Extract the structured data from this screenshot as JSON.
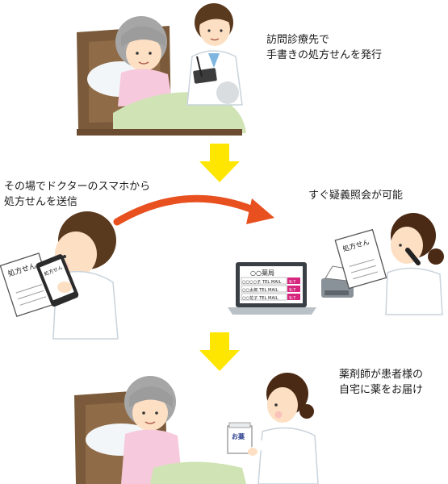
{
  "step1": {
    "caption_lines": [
      "訪問診療先で",
      "手書きの処方せんを発行"
    ]
  },
  "step2": {
    "caption_lines": [
      "その場でドクターのスマホから",
      "処方せんを送信"
    ],
    "paper_label": "処方せん",
    "phone_screen_label": "処方せん"
  },
  "step3": {
    "caption_lines": [
      "すぐ疑義照会が可能"
    ],
    "paper_label": "処方せん",
    "screen": {
      "title": "○○薬局",
      "rows": [
        {
          "text": "○○○○子 TEL MAIL",
          "badge": "9:7"
        },
        {
          "text": "○○太郎  TEL MAIL",
          "badge": "9:7"
        },
        {
          "text": "○○花子  TEL MAIL",
          "badge": "9:7"
        }
      ]
    }
  },
  "step4": {
    "caption_lines": [
      "薬剤師が患者様の",
      "自宅に薬をお届け"
    ],
    "bag_label": "お薬"
  },
  "colors": {
    "arrow_down": "#ffe600",
    "arrow_curve": "#e8501f",
    "badge": "#d6267f"
  }
}
